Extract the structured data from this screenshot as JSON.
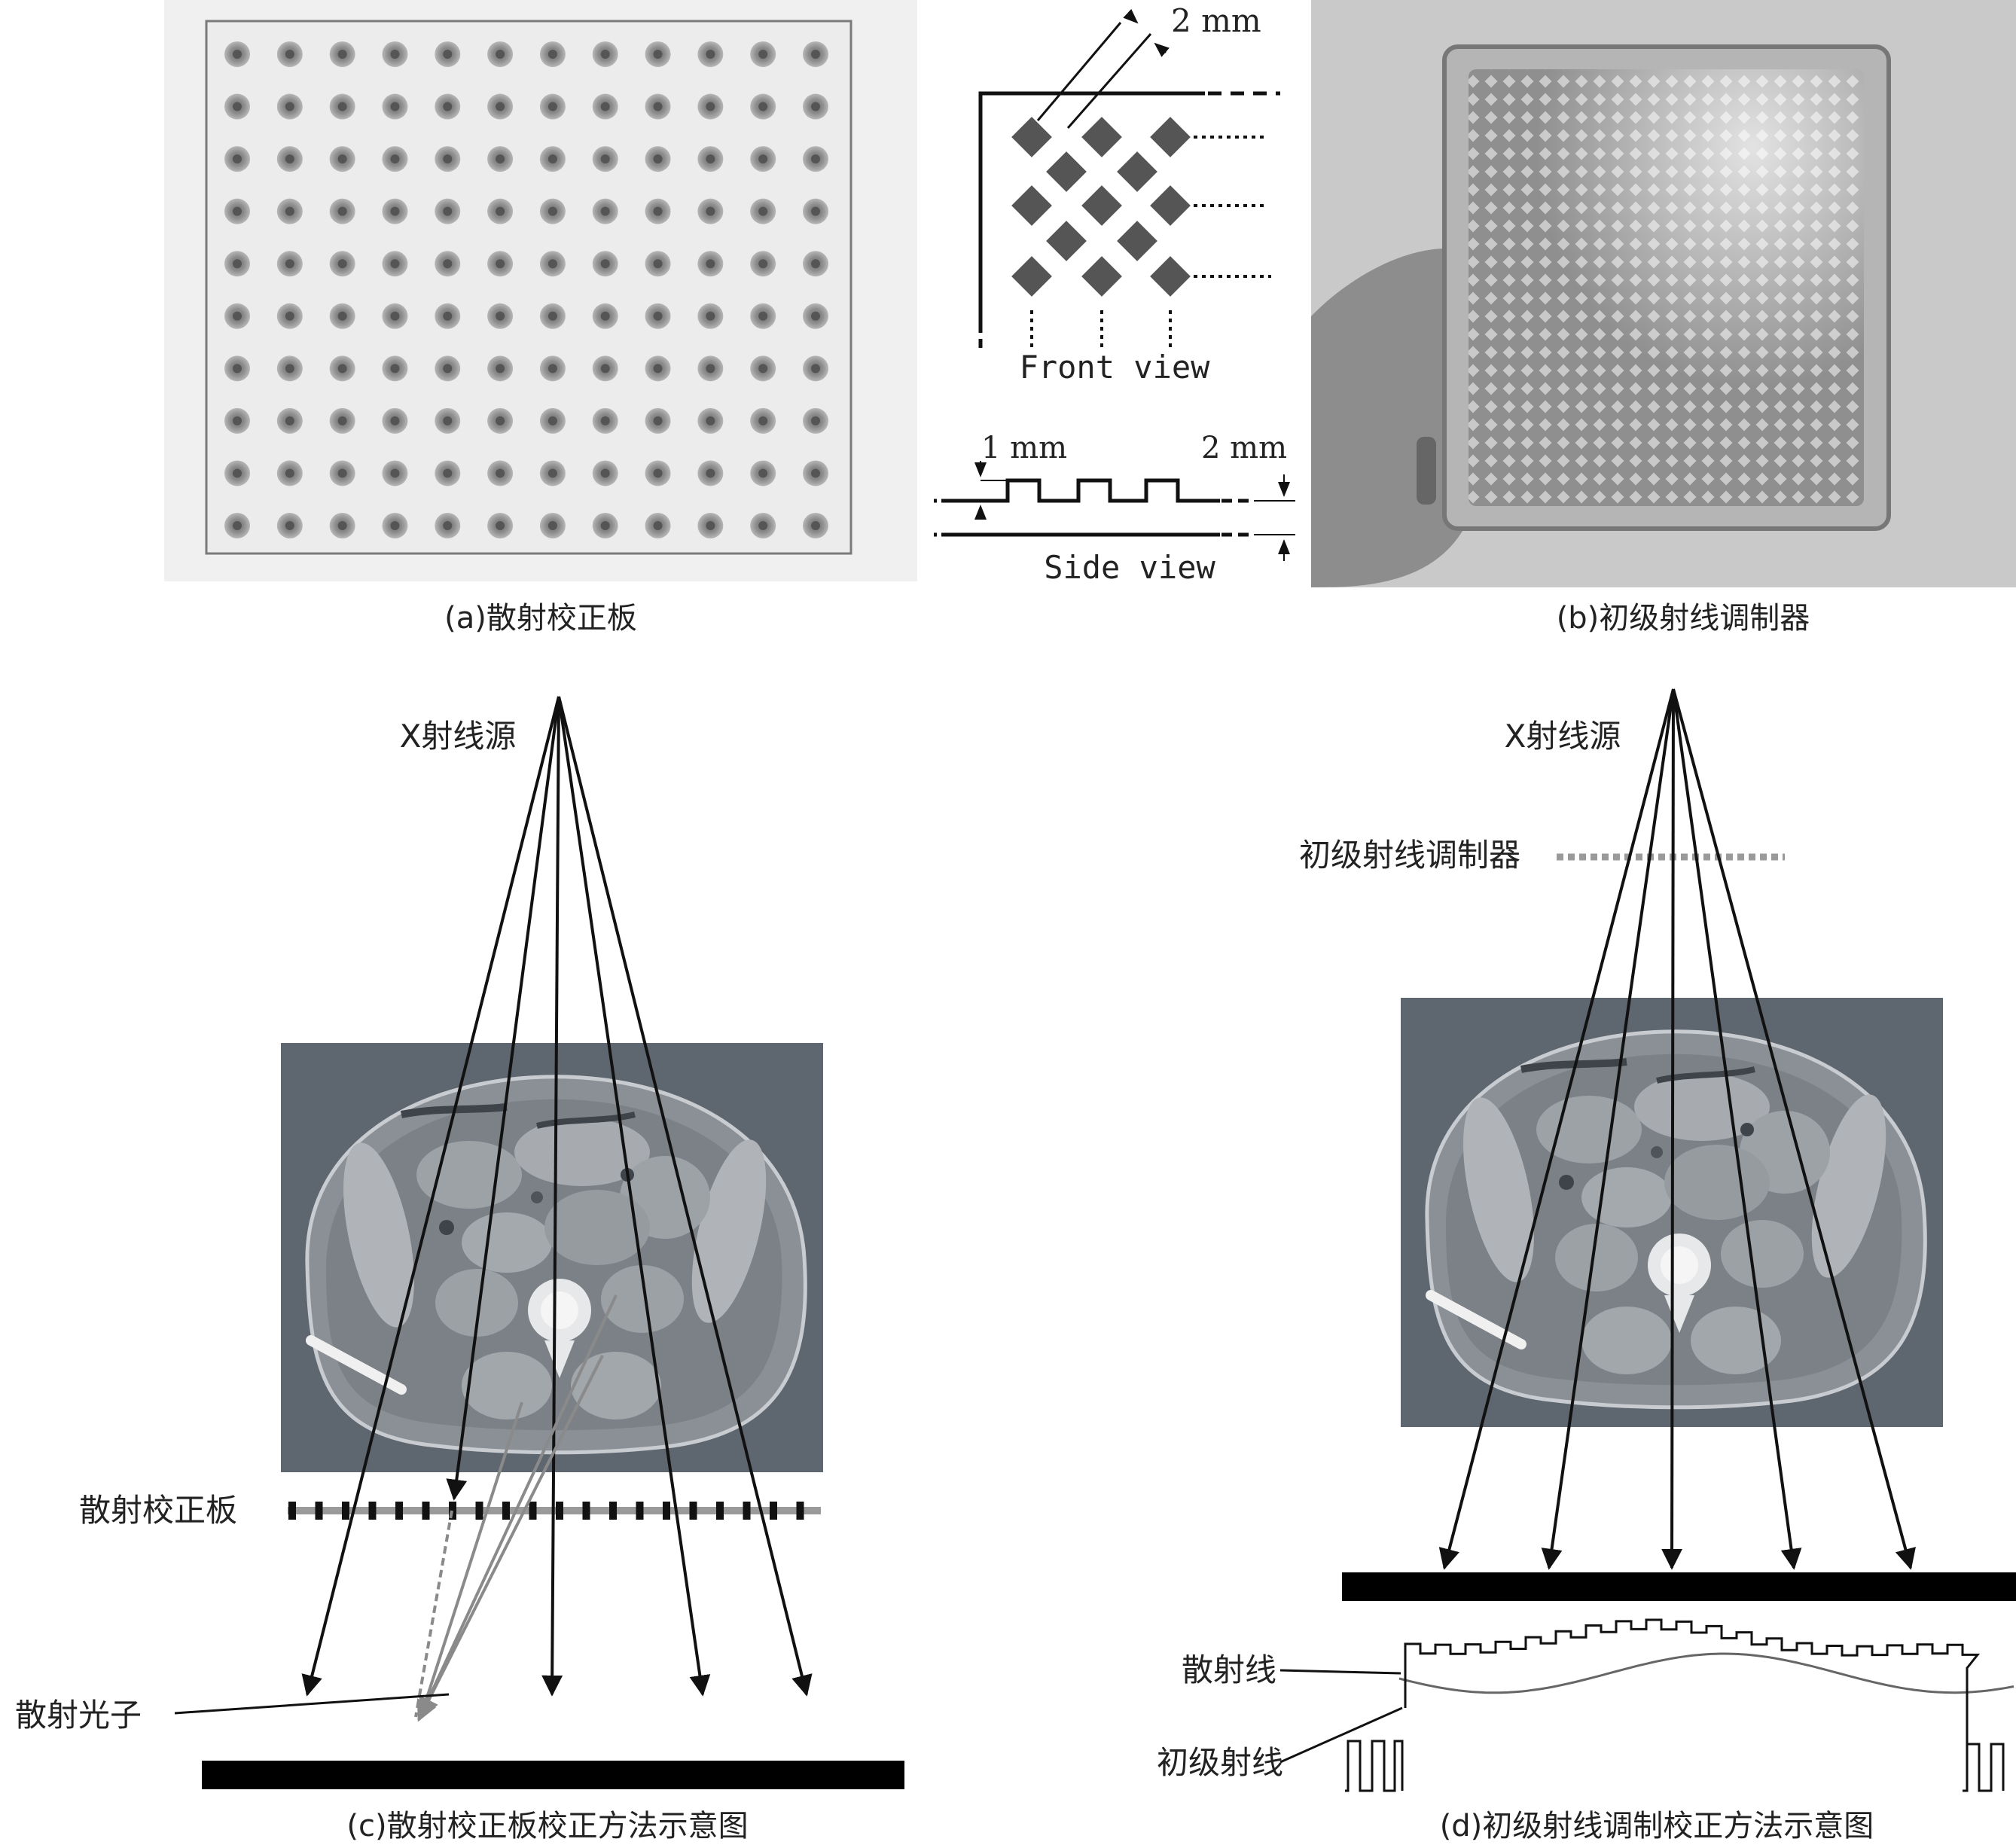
{
  "panels": {
    "a": {
      "caption": "(a)散射校正板",
      "grid": {
        "rows": 10,
        "cols": 12
      }
    },
    "b": {
      "caption": "(b)初级射线调制器",
      "front_view_label": "Front view",
      "side_view_label": "Side view",
      "dim_top": "2 mm",
      "dim_side_left": "1 mm",
      "dim_side_right": "2 mm"
    },
    "c": {
      "caption": "(c)散射校正板校正方法示意图",
      "source_label": "X射线源",
      "plate_label": "散射校正板",
      "photon_label": "散射光子"
    },
    "d": {
      "caption": "(d)初级射线调制校正方法示意图",
      "source_label": "X射线源",
      "modulator_label": "初级射线调制器",
      "scatter_label": "散射线",
      "primary_label": "初级射线"
    }
  },
  "colors": {
    "ct_background": "#5e6670",
    "detector": "#000000",
    "plate_gray": "#9a9a9a",
    "scatter_arrow": "#8a8a8a"
  }
}
